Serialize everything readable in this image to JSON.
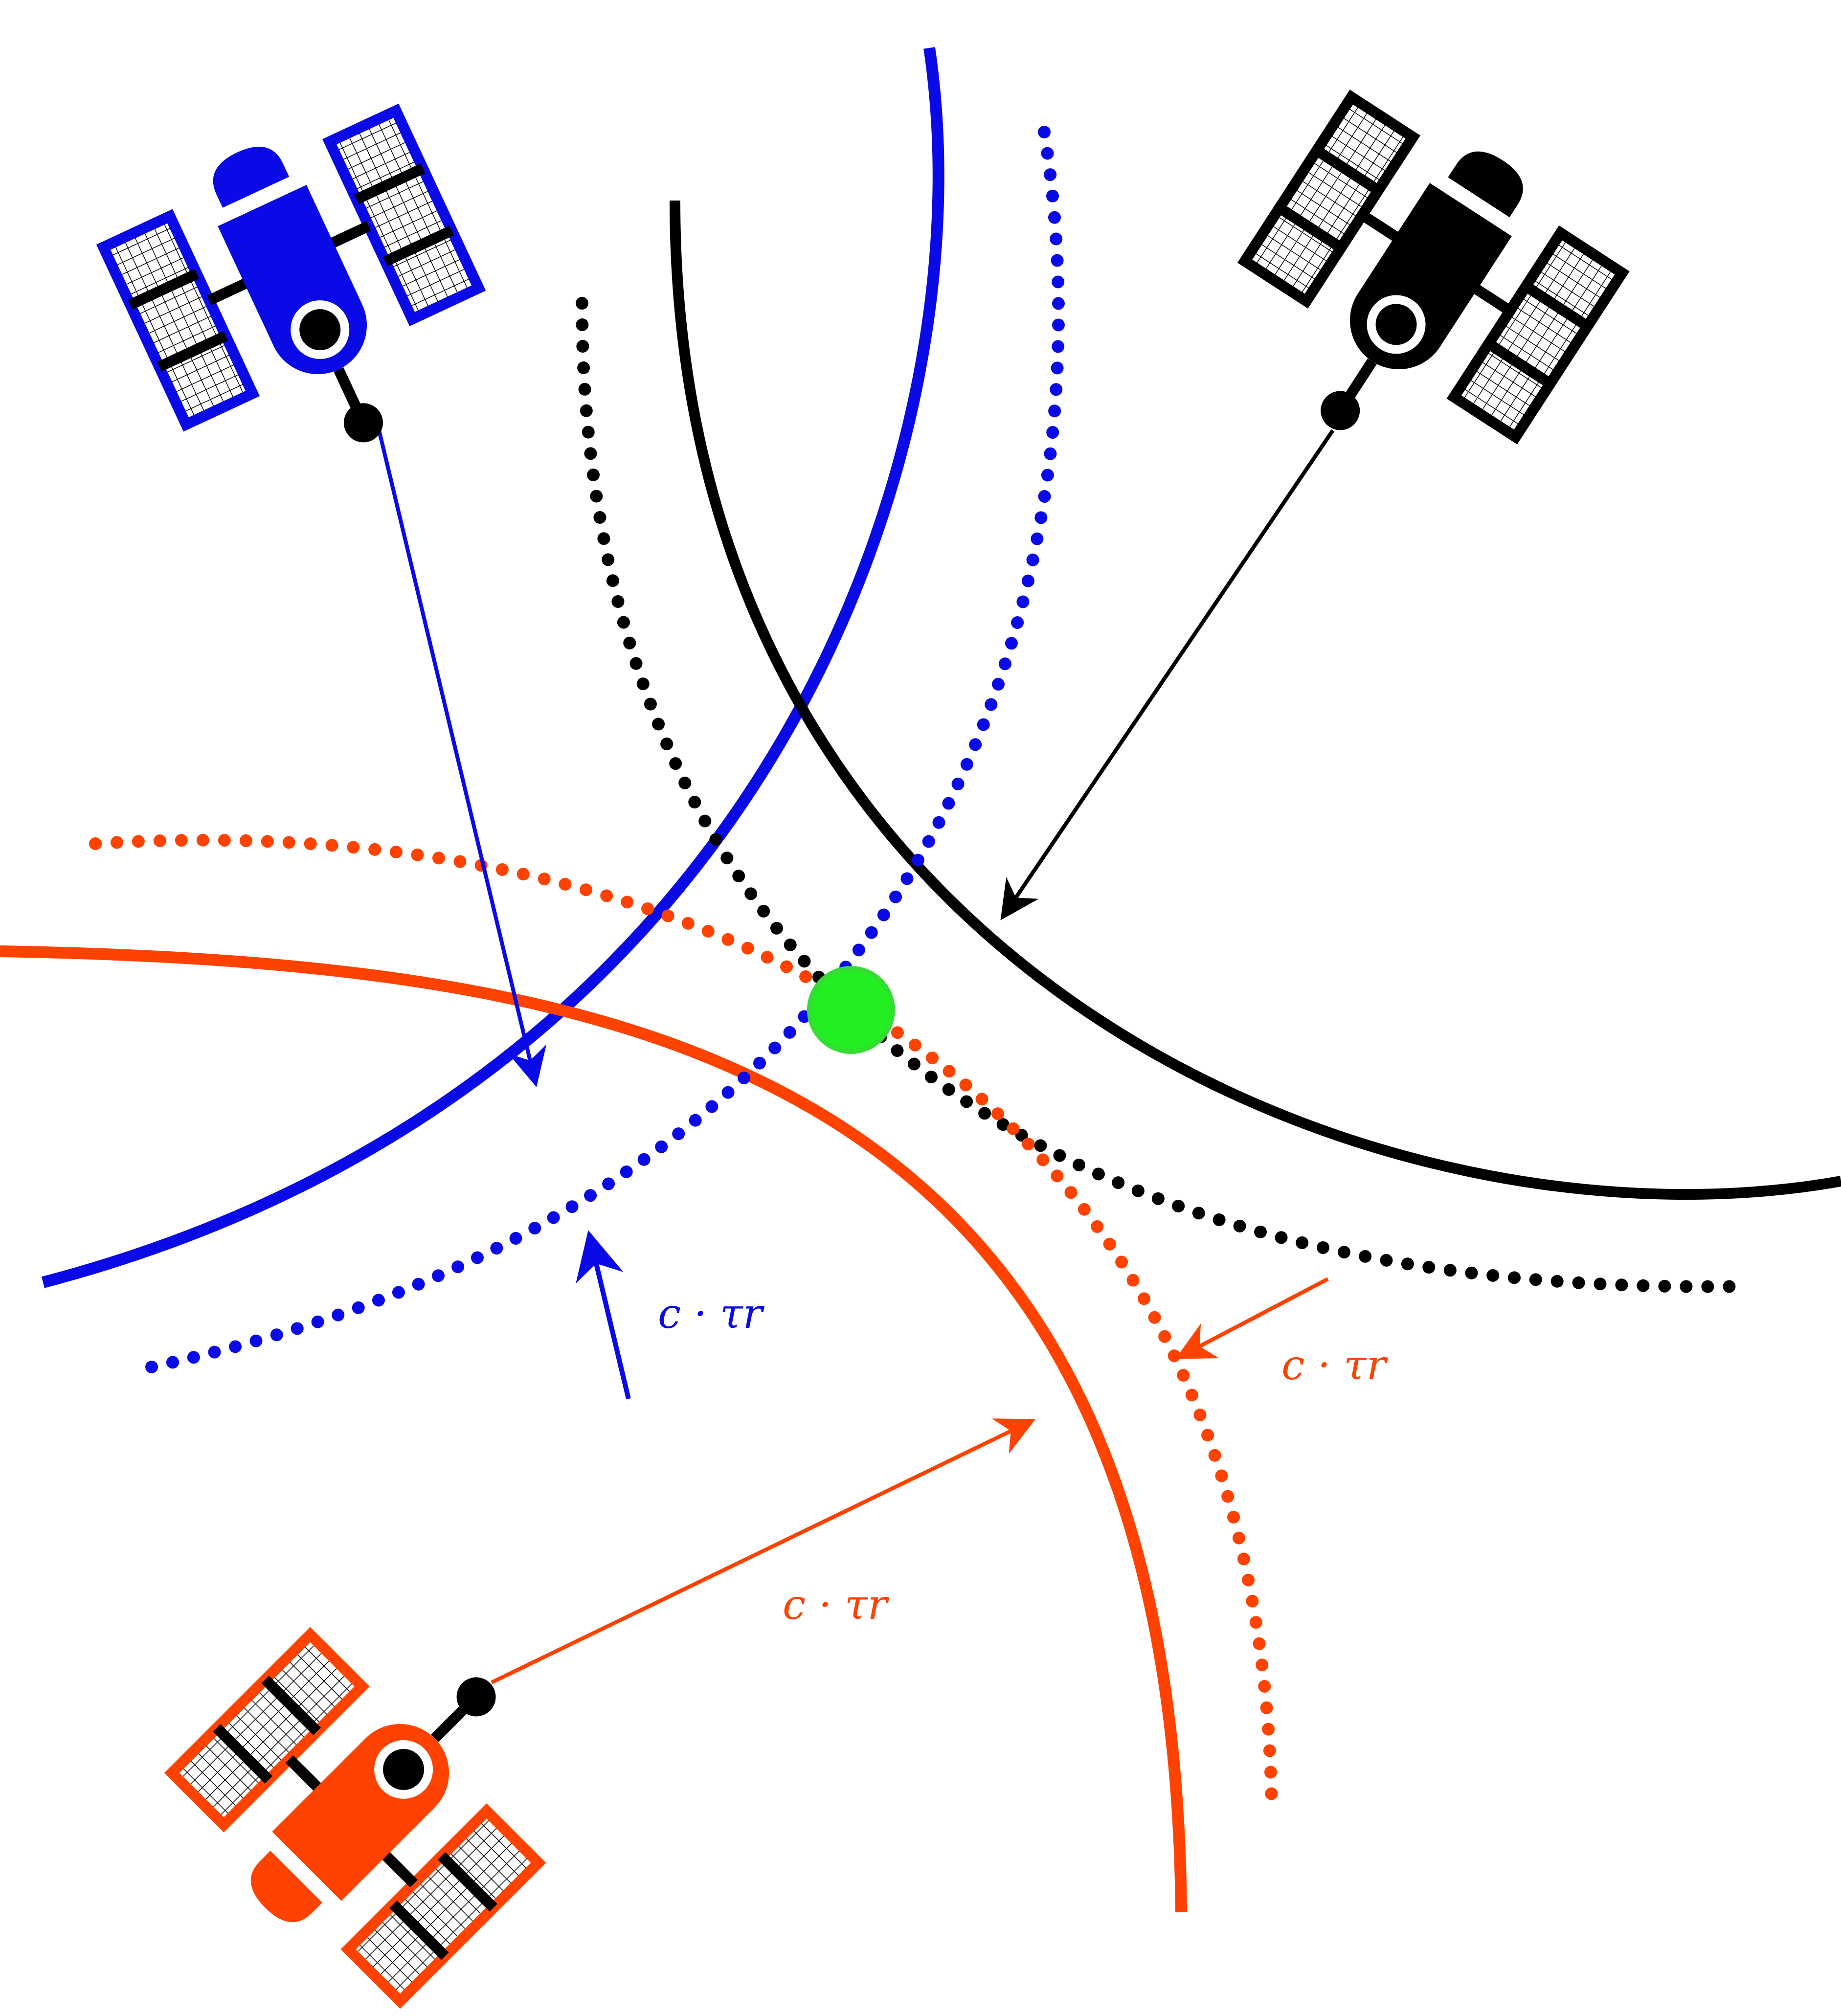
{
  "colors": {
    "blue": "#0a0ae6",
    "black": "#000000",
    "orange": "#ff4200",
    "position_fix": "#22ee22"
  },
  "icons": {
    "satellite_blue": "satellite-icon",
    "satellite_black": "satellite-icon",
    "satellite_orange": "satellite-icon"
  },
  "labels": {
    "blue_range_error": "c · τr",
    "orange_range_error": "c · τr",
    "orange_range": "c · τr"
  }
}
